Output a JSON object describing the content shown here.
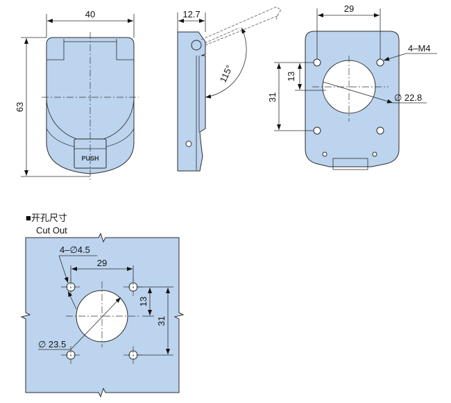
{
  "front_view": {
    "width_dim": "40",
    "height_dim": "63",
    "button_label": "PUSH"
  },
  "side_view": {
    "depth_dim": "12.7",
    "angle_dim": "115°"
  },
  "rear_view": {
    "hole_spacing_x": "29",
    "thread_label": "4–M4",
    "spacing_13": "13",
    "spacing_31": "31",
    "diameter_label": "∅ 22.8"
  },
  "cutout": {
    "title_cn": "■开孔尺寸",
    "title_en": "Cut Out",
    "hole_label": "4–∅4.5",
    "hole_spacing_x": "29",
    "spacing_13": "13",
    "spacing_31": "31",
    "diameter_label": "∅ 23.5"
  }
}
